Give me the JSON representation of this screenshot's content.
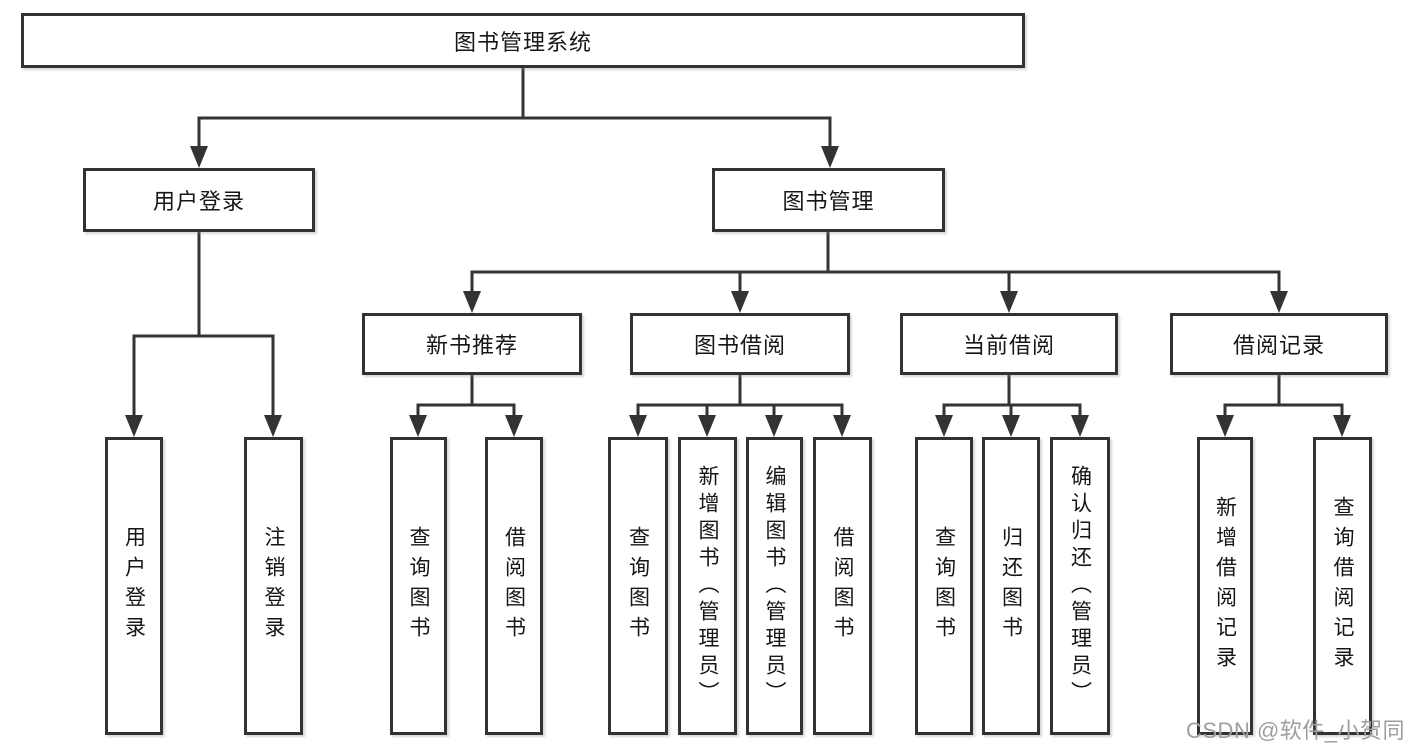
{
  "diagram_title": "图书管理系统",
  "watermark": "CSDN @软件_小贺同学",
  "tree": {
    "label": "图书管理系统",
    "children": [
      {
        "label": "用户登录",
        "children": [
          {
            "label": "用户登录"
          },
          {
            "label": "注销登录"
          }
        ]
      },
      {
        "label": "图书管理",
        "children": [
          {
            "label": "新书推荐",
            "children": [
              {
                "label": "查询图书"
              },
              {
                "label": "借阅图书"
              }
            ]
          },
          {
            "label": "图书借阅",
            "children": [
              {
                "label": "查询图书"
              },
              {
                "label": "新增图书（管理员）"
              },
              {
                "label": "编辑图书（管理员）"
              },
              {
                "label": "借阅图书"
              }
            ]
          },
          {
            "label": "当前借阅",
            "children": [
              {
                "label": "查询图书"
              },
              {
                "label": "归还图书"
              },
              {
                "label": "确认归还（管理员）"
              }
            ]
          },
          {
            "label": "借阅记录",
            "children": [
              {
                "label": "新增借阅记录"
              },
              {
                "label": "查询借阅记录"
              }
            ]
          }
        ]
      }
    ]
  }
}
